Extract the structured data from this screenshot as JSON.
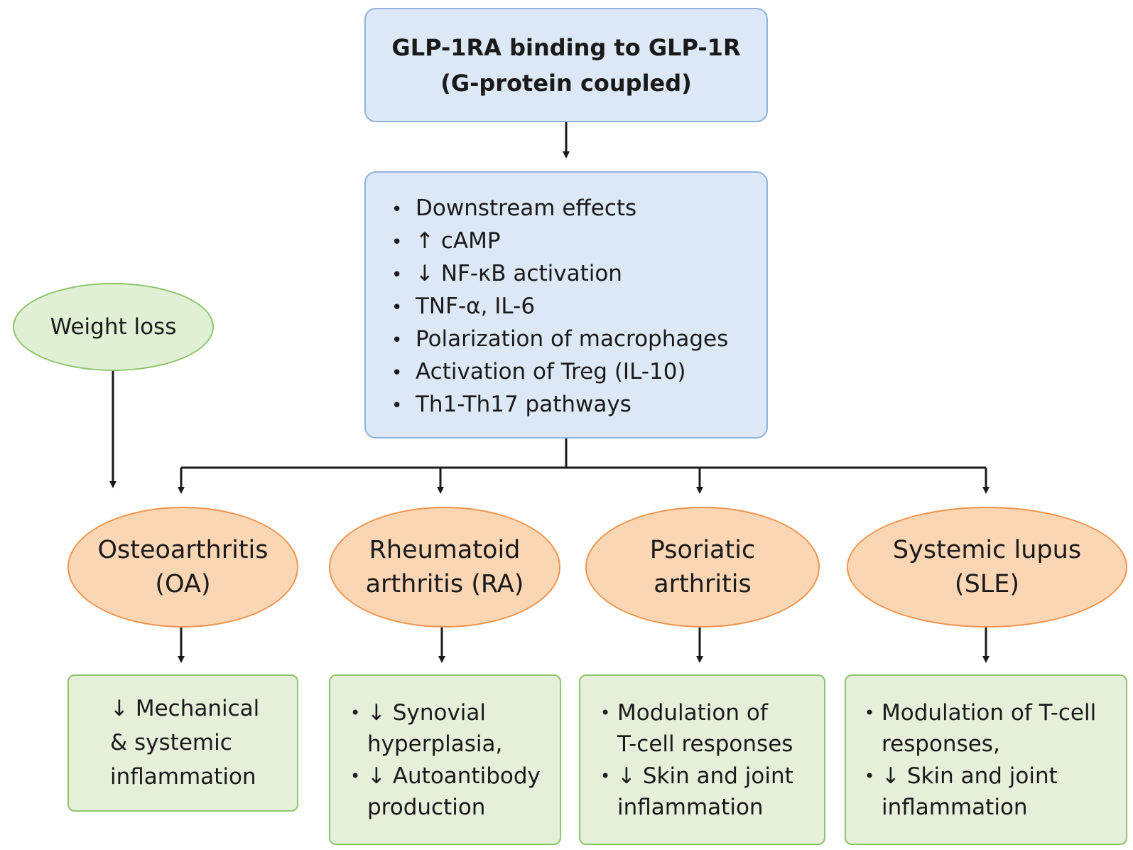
{
  "top_box": {
    "line1": "GLP-1RA binding to GLP-1R",
    "line2": "(G-protein coupled)"
  },
  "effects": [
    "Downstream effects",
    "↑ cAMP",
    "↓ NF-κB activation",
    "TNF-α, IL-6",
    "Polarization of macrophages",
    "Activation of Treg (IL-10)",
    "Th1-Th17 pathways"
  ],
  "weight_loss": "Weight loss",
  "diseases": {
    "oa": {
      "line1": "Osteoarthritis",
      "line2": "(OA)"
    },
    "ra": {
      "line1": "Rheumatoid",
      "line2": "arthritis (RA)"
    },
    "psa": {
      "line1": "Psoriatic",
      "line2": "arthritis"
    },
    "sle": {
      "line1": "Systemic lupus",
      "line2": "(SLE)"
    }
  },
  "outcomes": {
    "oa": [
      "↓ Mechanical",
      "& systemic",
      "inflammation"
    ],
    "ra": [
      {
        "lines": [
          "↓ Synovial",
          "hyperplasia,"
        ]
      },
      {
        "lines": [
          "↓ Autoantibody",
          "production"
        ]
      }
    ],
    "psa": [
      {
        "lines": [
          "Modulation of",
          "T-cell responses"
        ]
      },
      {
        "lines": [
          "↓ Skin and joint",
          "inflammation"
        ]
      }
    ],
    "sle": [
      {
        "lines": [
          "Modulation of T-cell",
          "responses,"
        ]
      },
      {
        "lines": [
          "↓ Skin and joint",
          "inflammation"
        ]
      }
    ]
  },
  "bullet": "•",
  "colors": {
    "blue_fill": "#dce8f5",
    "blue_border": "#8fb3de",
    "orange_fill": "#fbd6b4",
    "orange_border": "#f0944c",
    "green_fill": "#e6efd9",
    "green_border": "#8cc46b",
    "arrow": "#1a1a1a"
  }
}
